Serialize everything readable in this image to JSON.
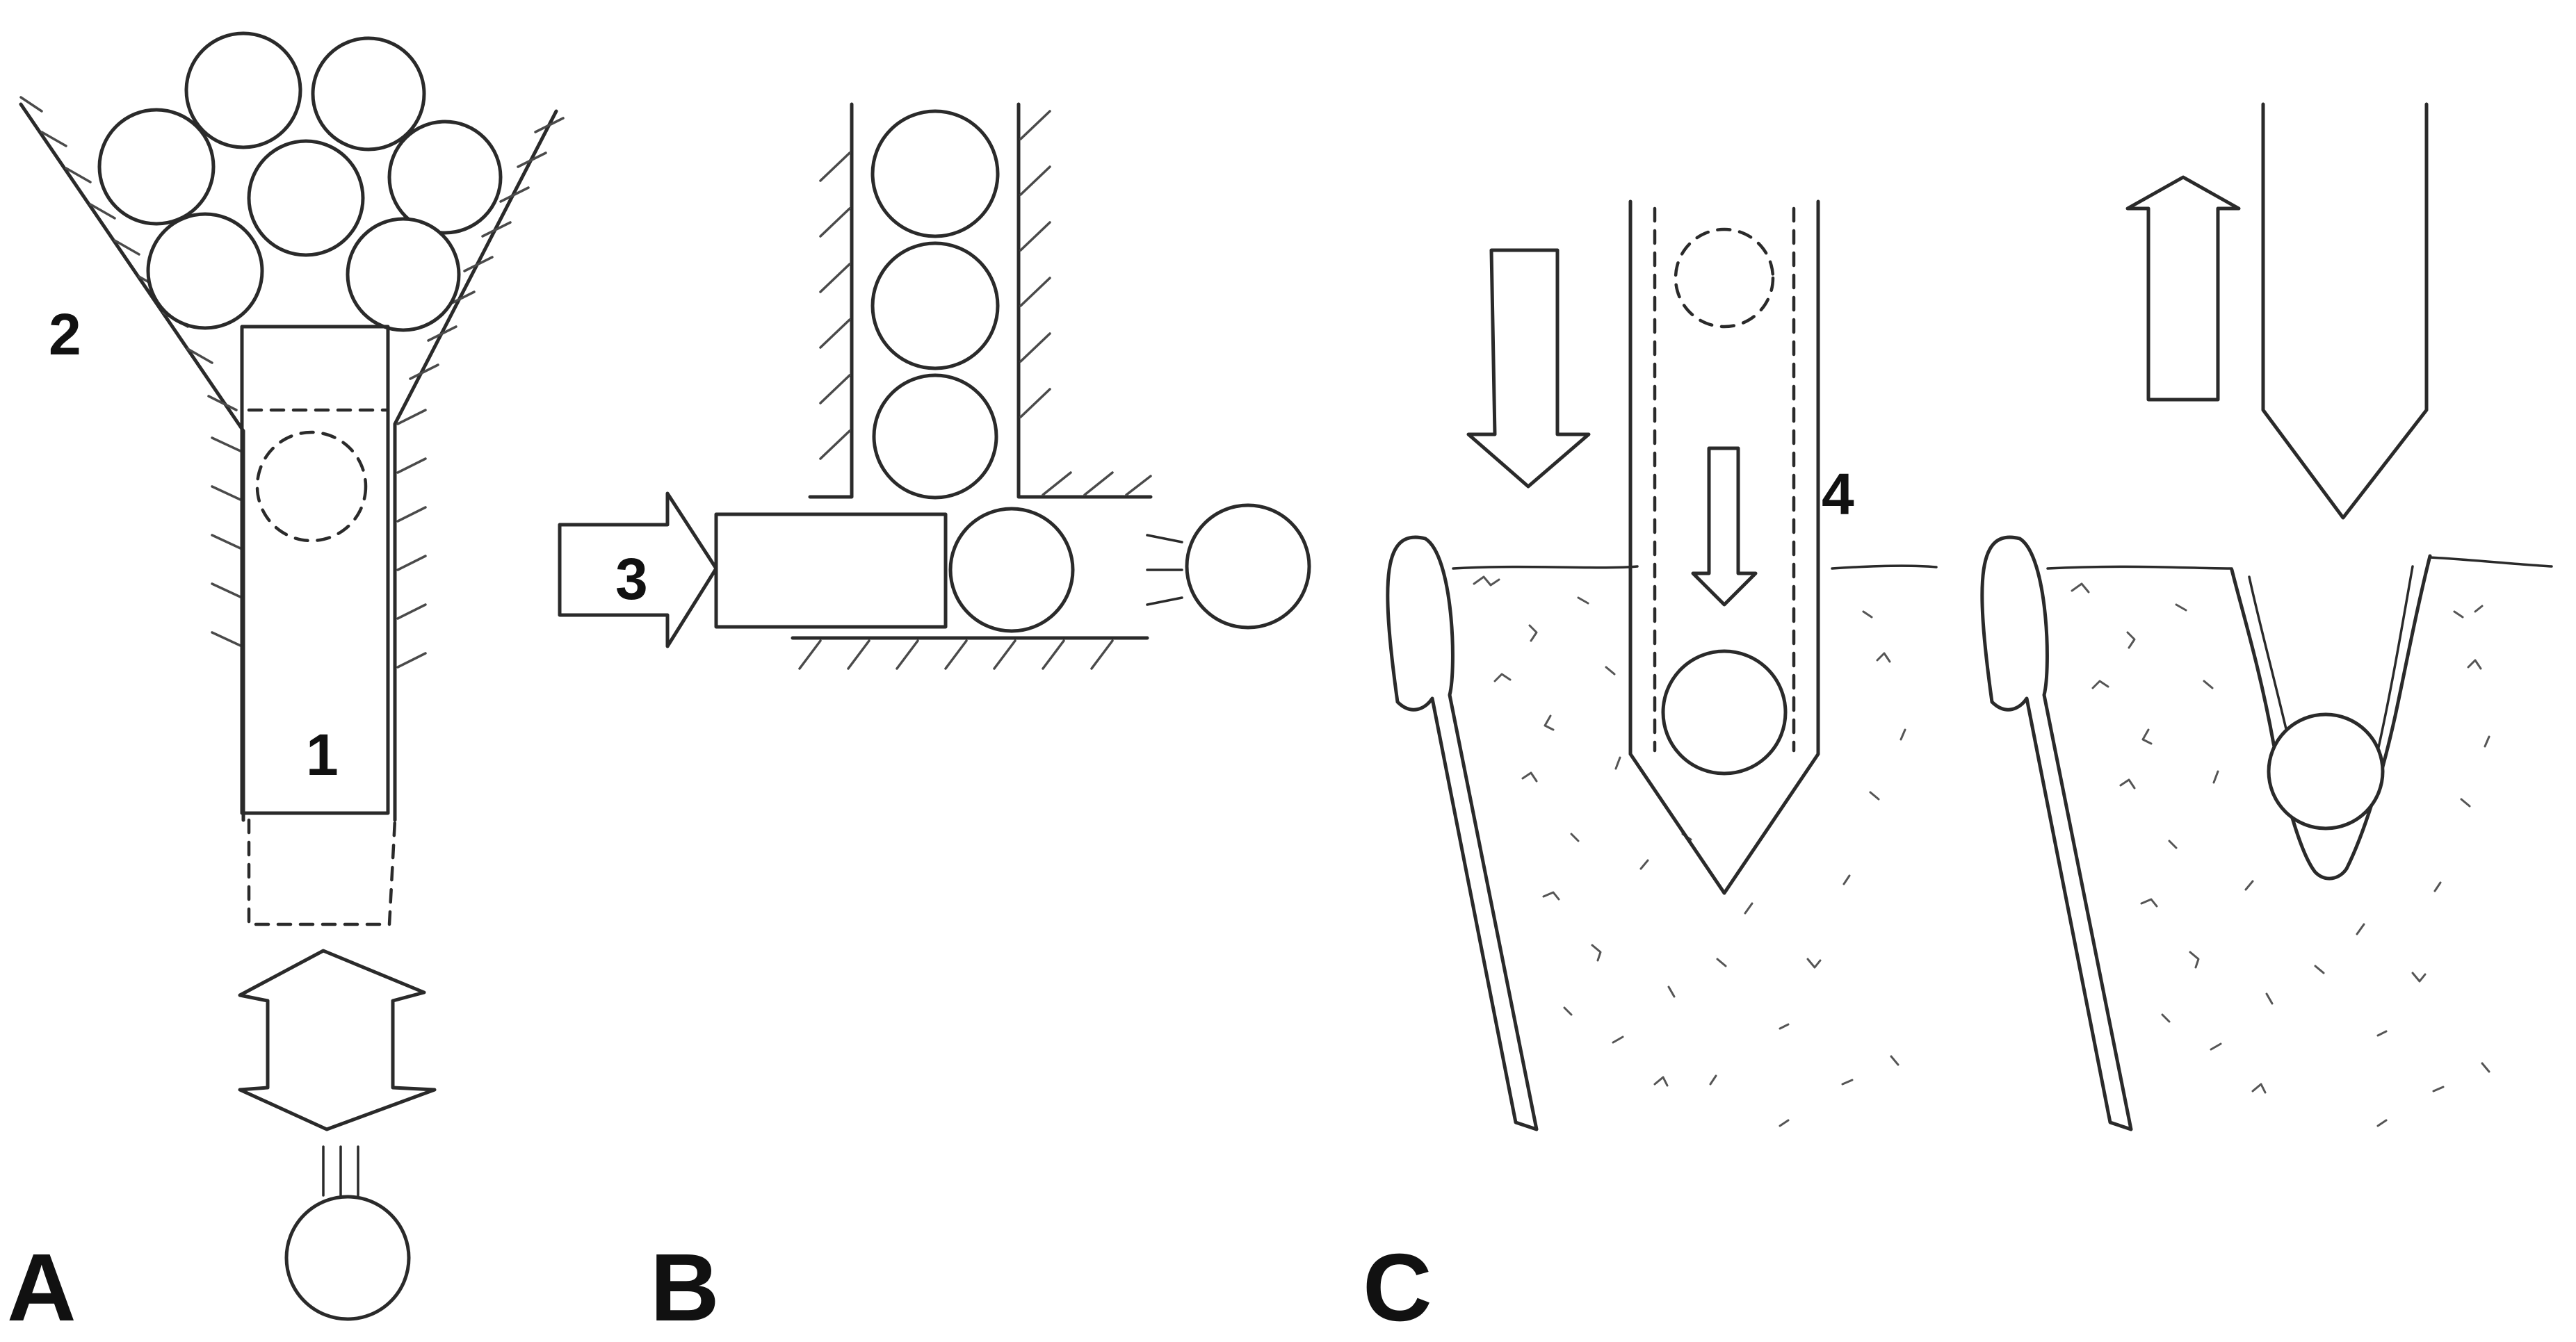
{
  "panels": {
    "a": "A",
    "b": "B",
    "c": "C"
  },
  "callouts": {
    "n1": "1",
    "n2": "2",
    "n3": "3",
    "n4": "4"
  }
}
